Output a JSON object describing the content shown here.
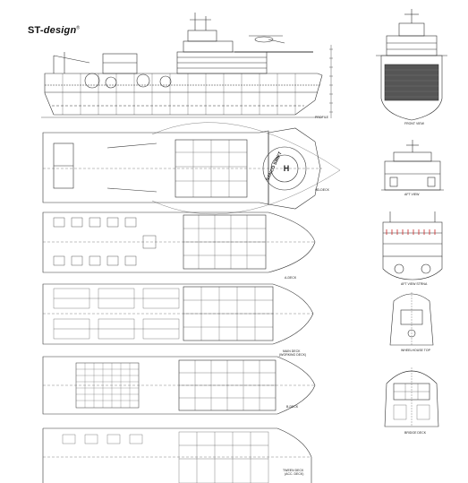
{
  "logo": {
    "prefix": "ST-",
    "suffix": "design",
    "mark": "®"
  },
  "labels": {
    "profile": "PROFILE",
    "front_view": "FRONT VIEW",
    "aft_view": "AFT VIEW",
    "aft_view_strna": "AFT VIEW STRNA",
    "wheelhouse_top": "WHEELHOUSE TOP",
    "bridge_deck": "BRIDGE DECK",
    "helideck": "HD-DECK",
    "heli_name": "SANCO SWIFT",
    "deck_a": "A-DECK",
    "deck_main": "MAIN DECK\n(WORKING DECK)",
    "deck_b": "B-DECK",
    "deck_tween": "TWEEN DECK\n(ACC. DECK)"
  },
  "colors": {
    "ink": "#333333",
    "hatch": "#555555",
    "accent_red": "#cc2222"
  }
}
